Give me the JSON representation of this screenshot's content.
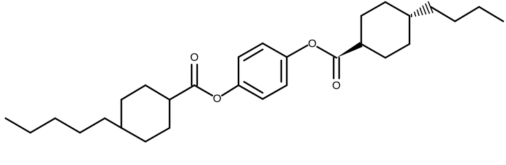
{
  "molecule": {
    "atoms": {
      "o_carbonyl_left": "O",
      "o_ester_left": "O",
      "o_ester_right": "O",
      "o_carbonyl_right": "O"
    },
    "colors": {
      "bond": "#000000",
      "background": "#ffffff"
    }
  }
}
